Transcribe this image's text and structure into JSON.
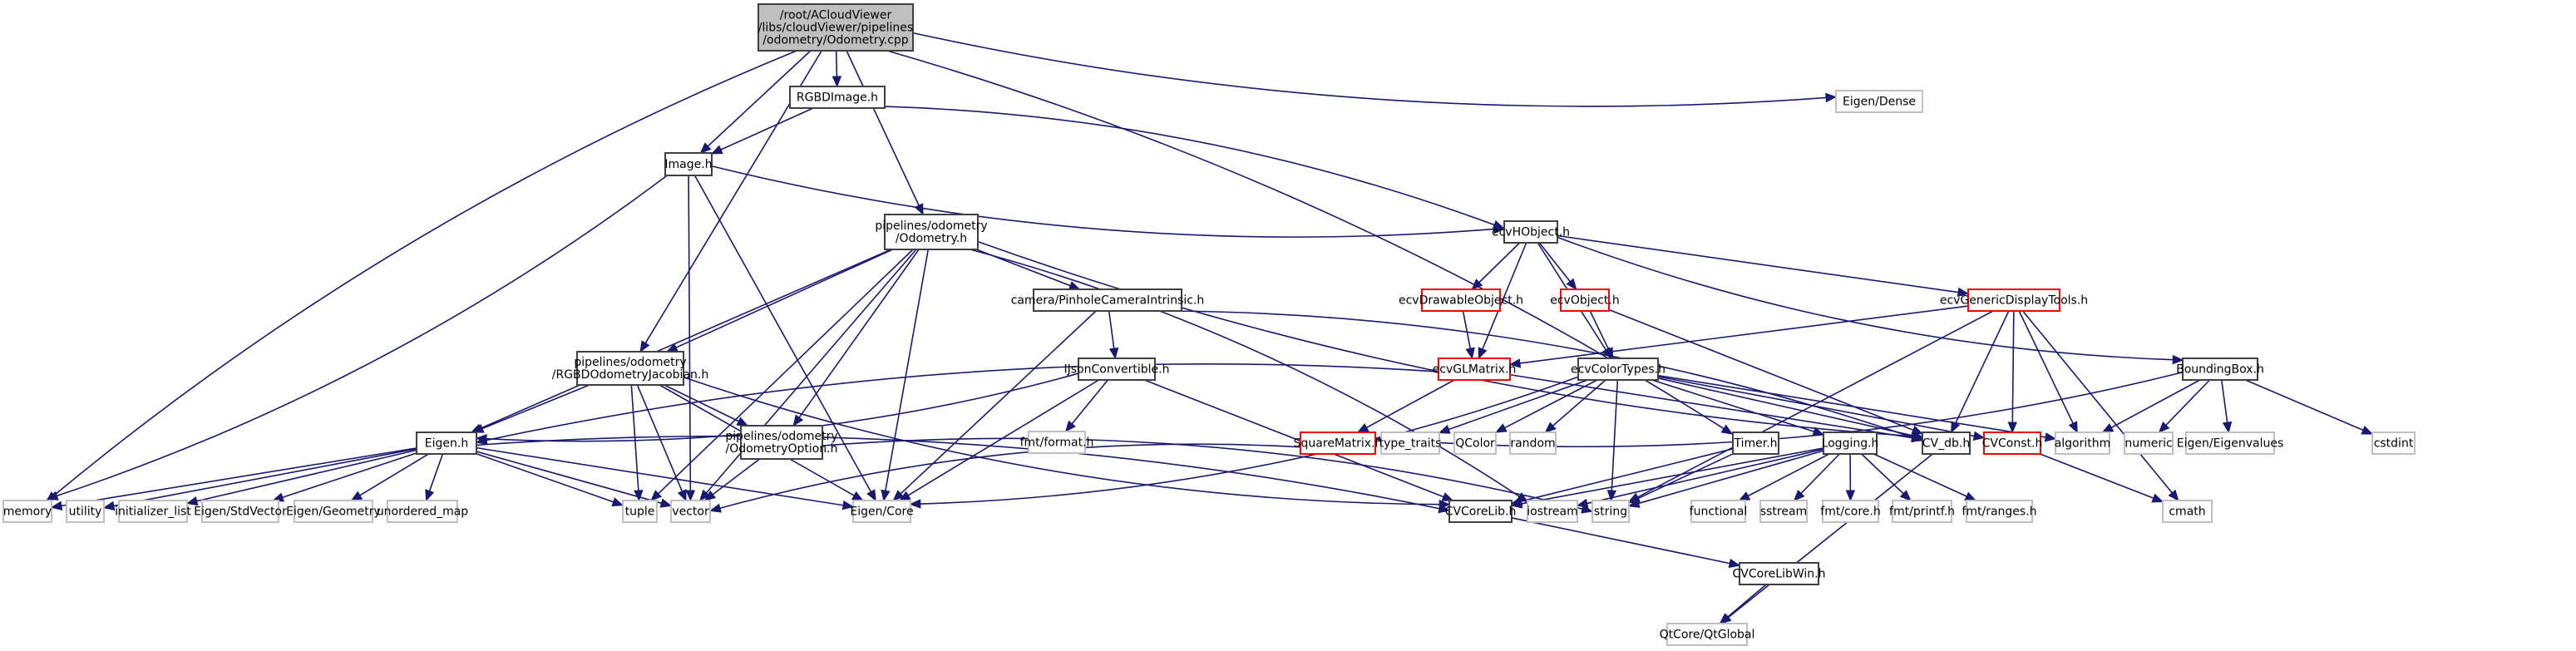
{
  "title": "Include dependency graph for Odometry.cpp",
  "colors": {
    "edge": "#191970",
    "root_fill": "#bfbfbf",
    "documented_border": "#404040",
    "truncated_border": "#ff0000",
    "external_border": "#bfbfbf"
  },
  "nodes": [
    {
      "id": "root",
      "lines": [
        "/root/ACloudViewer",
        "/libs/cloudViewer/pipelines",
        "/odometry/Odometry.cpp"
      ],
      "kind": "root"
    },
    {
      "id": "rgbdimage",
      "lines": [
        "RGBDImage.h"
      ],
      "kind": "documented"
    },
    {
      "id": "eigendense",
      "lines": [
        "Eigen/Dense"
      ],
      "kind": "external"
    },
    {
      "id": "image",
      "lines": [
        "Image.h"
      ],
      "kind": "documented"
    },
    {
      "id": "odometryh",
      "lines": [
        "pipelines/odometry",
        "/Odometry.h"
      ],
      "kind": "documented"
    },
    {
      "id": "ecvhobject",
      "lines": [
        "ecvHObject.h"
      ],
      "kind": "documented"
    },
    {
      "id": "pinhole",
      "lines": [
        "camera/PinholeCameraIntrinsic.h"
      ],
      "kind": "documented"
    },
    {
      "id": "ecvdrawable",
      "lines": [
        "ecvDrawableObject.h"
      ],
      "kind": "truncated"
    },
    {
      "id": "ecvobject",
      "lines": [
        "ecvObject.h"
      ],
      "kind": "truncated"
    },
    {
      "id": "ecvgeneric",
      "lines": [
        "ecvGenericDisplayTools.h"
      ],
      "kind": "truncated"
    },
    {
      "id": "jacobian",
      "lines": [
        "pipelines/odometry",
        "/RGBDOdometryJacobian.h"
      ],
      "kind": "documented"
    },
    {
      "id": "ijson",
      "lines": [
        "IJsonConvertible.h"
      ],
      "kind": "documented"
    },
    {
      "id": "ecvglmatrix",
      "lines": [
        "ecvGLMatrix.h"
      ],
      "kind": "truncated"
    },
    {
      "id": "ecvcolortypes",
      "lines": [
        "ecvColorTypes.h"
      ],
      "kind": "documented"
    },
    {
      "id": "boundingbox",
      "lines": [
        "BoundingBox.h"
      ],
      "kind": "documented"
    },
    {
      "id": "eigenh",
      "lines": [
        "Eigen.h"
      ],
      "kind": "documented"
    },
    {
      "id": "odomoption",
      "lines": [
        "pipelines/odometry",
        "/OdometryOption.h"
      ],
      "kind": "documented"
    },
    {
      "id": "fmtformat",
      "lines": [
        "fmt/format.h"
      ],
      "kind": "external"
    },
    {
      "id": "squarematrix",
      "lines": [
        "SquareMatrix.h"
      ],
      "kind": "truncated"
    },
    {
      "id": "typetraits",
      "lines": [
        "type_traits"
      ],
      "kind": "external"
    },
    {
      "id": "qcolor",
      "lines": [
        "QColor"
      ],
      "kind": "external"
    },
    {
      "id": "random",
      "lines": [
        "random"
      ],
      "kind": "external"
    },
    {
      "id": "timer",
      "lines": [
        "Timer.h"
      ],
      "kind": "documented"
    },
    {
      "id": "logging",
      "lines": [
        "Logging.h"
      ],
      "kind": "documented"
    },
    {
      "id": "cvdb",
      "lines": [
        "CV_db.h"
      ],
      "kind": "documented"
    },
    {
      "id": "cvconst",
      "lines": [
        "CVConst.h"
      ],
      "kind": "truncated"
    },
    {
      "id": "algorithm",
      "lines": [
        "algorithm"
      ],
      "kind": "external"
    },
    {
      "id": "numeric",
      "lines": [
        "numeric"
      ],
      "kind": "external"
    },
    {
      "id": "eigenvalues",
      "lines": [
        "Eigen/Eigenvalues"
      ],
      "kind": "external"
    },
    {
      "id": "cstdint",
      "lines": [
        "cstdint"
      ],
      "kind": "external"
    },
    {
      "id": "memory",
      "lines": [
        "memory"
      ],
      "kind": "external"
    },
    {
      "id": "utility",
      "lines": [
        "utility"
      ],
      "kind": "external"
    },
    {
      "id": "initlist",
      "lines": [
        "initializer_list"
      ],
      "kind": "external"
    },
    {
      "id": "stdvector",
      "lines": [
        "Eigen/StdVector"
      ],
      "kind": "external"
    },
    {
      "id": "geometry",
      "lines": [
        "Eigen/Geometry"
      ],
      "kind": "external"
    },
    {
      "id": "unorderedmap",
      "lines": [
        "unordered_map"
      ],
      "kind": "external"
    },
    {
      "id": "tuple",
      "lines": [
        "tuple"
      ],
      "kind": "external"
    },
    {
      "id": "vector",
      "lines": [
        "vector"
      ],
      "kind": "external"
    },
    {
      "id": "eigencore",
      "lines": [
        "Eigen/Core"
      ],
      "kind": "external"
    },
    {
      "id": "cvcorelib",
      "lines": [
        "CVCoreLib.h"
      ],
      "kind": "documented"
    },
    {
      "id": "iostream",
      "lines": [
        "iostream"
      ],
      "kind": "external"
    },
    {
      "id": "string",
      "lines": [
        "string"
      ],
      "kind": "external"
    },
    {
      "id": "functional",
      "lines": [
        "functional"
      ],
      "kind": "external"
    },
    {
      "id": "sstream",
      "lines": [
        "sstream"
      ],
      "kind": "external"
    },
    {
      "id": "fmtcore",
      "lines": [
        "fmt/core.h"
      ],
      "kind": "external"
    },
    {
      "id": "fmtprintf",
      "lines": [
        "fmt/printf.h"
      ],
      "kind": "external"
    },
    {
      "id": "fmtranges",
      "lines": [
        "fmt/ranges.h"
      ],
      "kind": "external"
    },
    {
      "id": "cmath",
      "lines": [
        "cmath"
      ],
      "kind": "external"
    },
    {
      "id": "cvcorelibwin",
      "lines": [
        "CVCoreLibWin.h"
      ],
      "kind": "documented"
    },
    {
      "id": "qtglobal",
      "lines": [
        "QtCore/QtGlobal"
      ],
      "kind": "external"
    }
  ],
  "edges": [
    [
      "root",
      "rgbdimage"
    ],
    [
      "root",
      "eigendense"
    ],
    [
      "root",
      "image"
    ],
    [
      "root",
      "odometryh"
    ],
    [
      "root",
      "jacobian"
    ],
    [
      "root",
      "memory"
    ],
    [
      "root",
      "timer"
    ],
    [
      "rgbdimage",
      "image"
    ],
    [
      "rgbdimage",
      "ecvhobject"
    ],
    [
      "image",
      "ecvhobject"
    ],
    [
      "image",
      "memory"
    ],
    [
      "image",
      "vector"
    ],
    [
      "image",
      "eigencore"
    ],
    [
      "odometryh",
      "pinhole"
    ],
    [
      "odometryh",
      "jacobian"
    ],
    [
      "odometryh",
      "odomoption"
    ],
    [
      "odometryh",
      "eigenh"
    ],
    [
      "odometryh",
      "eigencore"
    ],
    [
      "odometryh",
      "vector"
    ],
    [
      "odometryh",
      "tuple"
    ],
    [
      "odometryh",
      "iostream"
    ],
    [
      "odometryh",
      "cvdb"
    ],
    [
      "ecvhobject",
      "ecvdrawable"
    ],
    [
      "ecvhobject",
      "ecvobject"
    ],
    [
      "ecvhobject",
      "ecvgeneric"
    ],
    [
      "ecvhobject",
      "ecvglmatrix"
    ],
    [
      "ecvhobject",
      "ecvcolortypes"
    ],
    [
      "ecvhobject",
      "boundingbox"
    ],
    [
      "pinhole",
      "ijson"
    ],
    [
      "pinhole",
      "eigencore"
    ],
    [
      "pinhole",
      "cvdb"
    ],
    [
      "ecvdrawable",
      "ecvglmatrix"
    ],
    [
      "ecvobject",
      "ecvcolortypes"
    ],
    [
      "ecvobject",
      "cvdb"
    ],
    [
      "ecvgeneric",
      "ecvglmatrix"
    ],
    [
      "ecvgeneric",
      "cvdb"
    ],
    [
      "ecvgeneric",
      "cvconst"
    ],
    [
      "ecvgeneric",
      "algorithm"
    ],
    [
      "ecvgeneric",
      "cmath"
    ],
    [
      "ecvgeneric",
      "string"
    ],
    [
      "jacobian",
      "eigenh"
    ],
    [
      "jacobian",
      "odomoption"
    ],
    [
      "jacobian",
      "vector"
    ],
    [
      "jacobian",
      "tuple"
    ],
    [
      "jacobian",
      "eigencore"
    ],
    [
      "jacobian",
      "cvcorelib"
    ],
    [
      "ijson",
      "eigenh"
    ],
    [
      "ijson",
      "fmtformat"
    ],
    [
      "ijson",
      "eigencore"
    ],
    [
      "ijson",
      "cvcorelib"
    ],
    [
      "ecvglmatrix",
      "squarematrix"
    ],
    [
      "ecvglmatrix",
      "eigenh"
    ],
    [
      "ecvglmatrix",
      "cvdb"
    ],
    [
      "ecvcolortypes",
      "typetraits"
    ],
    [
      "ecvcolortypes",
      "qcolor"
    ],
    [
      "ecvcolortypes",
      "random"
    ],
    [
      "ecvcolortypes",
      "logging"
    ],
    [
      "ecvcolortypes",
      "cvdb"
    ],
    [
      "ecvcolortypes",
      "cvconst"
    ],
    [
      "ecvcolortypes",
      "algorithm"
    ],
    [
      "ecvcolortypes",
      "eigencore"
    ],
    [
      "ecvcolortypes",
      "string"
    ],
    [
      "boundingbox",
      "algorithm"
    ],
    [
      "boundingbox",
      "numeric"
    ],
    [
      "boundingbox",
      "eigenvalues"
    ],
    [
      "boundingbox",
      "cstdint"
    ],
    [
      "boundingbox",
      "squarematrix"
    ],
    [
      "eigenh",
      "memory"
    ],
    [
      "eigenh",
      "utility"
    ],
    [
      "eigenh",
      "initlist"
    ],
    [
      "eigenh",
      "stdvector"
    ],
    [
      "eigenh",
      "geometry"
    ],
    [
      "eigenh",
      "unorderedmap"
    ],
    [
      "eigenh",
      "tuple"
    ],
    [
      "eigenh",
      "vector"
    ],
    [
      "eigenh",
      "eigencore"
    ],
    [
      "eigenh",
      "cvcorelib"
    ],
    [
      "odomoption",
      "vector"
    ],
    [
      "odomoption",
      "string"
    ],
    [
      "squarematrix",
      "vector"
    ],
    [
      "timer",
      "cvcorelib"
    ],
    [
      "timer",
      "string"
    ],
    [
      "logging",
      "cvcorelib"
    ],
    [
      "logging",
      "iostream"
    ],
    [
      "logging",
      "string"
    ],
    [
      "logging",
      "functional"
    ],
    [
      "logging",
      "sstream"
    ],
    [
      "logging",
      "fmtcore"
    ],
    [
      "logging",
      "fmtprintf"
    ],
    [
      "logging",
      "fmtranges"
    ],
    [
      "cvdb",
      "qtglobal"
    ],
    [
      "cvconst",
      "cmath"
    ],
    [
      "cvcorelib",
      "cvcorelibwin"
    ],
    [
      "cvcorelibwin",
      "qtglobal"
    ]
  ]
}
